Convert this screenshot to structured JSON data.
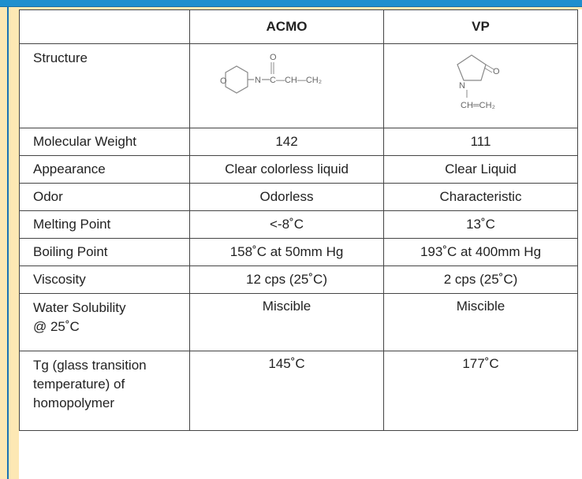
{
  "table": {
    "headers": [
      "",
      "ACMO",
      "VP"
    ],
    "structure_label": "Structure",
    "structure_formulas": {
      "acmo": {
        "n": "N",
        "o_ring": "O",
        "carbonyl_o": "O",
        "chain": "C—CH—CH₂"
      },
      "vp": {
        "n": "N",
        "o": "O",
        "chain": "CH═CH₂"
      }
    },
    "rows": [
      {
        "label": "Molecular Weight",
        "acmo": "142",
        "vp": "111"
      },
      {
        "label": "Appearance",
        "acmo": "Clear colorless liquid",
        "vp": "Clear Liquid"
      },
      {
        "label": "Odor",
        "acmo": "Odorless",
        "vp": "Characteristic"
      },
      {
        "label": "Melting Point",
        "acmo": "<-8˚C",
        "vp": "13˚C"
      },
      {
        "label": "Boiling Point",
        "acmo": "158˚C at 50mm Hg",
        "vp": "193˚C at 400mm Hg"
      },
      {
        "label": "Viscosity",
        "acmo": "12 cps (25˚C)",
        "vp": "2 cps (25˚C)"
      }
    ],
    "water_solubility": {
      "label_line1": "Water Solubility",
      "label_line2": " @ 25˚C",
      "acmo": "Miscible",
      "vp": "Miscible"
    },
    "tg": {
      "label_line1": "Tg (glass transition",
      "label_line2": "temperature) of",
      "label_line3": "homopolymer",
      "acmo": "145˚C",
      "vp": "177˚C"
    }
  },
  "colors": {
    "banner": "#1f8fce",
    "background": "#fde8b4",
    "rule": "#1b73b5"
  }
}
